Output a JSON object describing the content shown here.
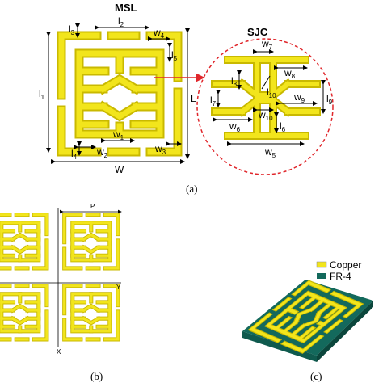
{
  "colors": {
    "copper": "#f2e51c",
    "copper_stroke": "#bfb000",
    "substrate": "#13695c",
    "substrate_side": "#0d4c42",
    "zoom_circle": "#e0262b",
    "arrow": "#e0262b"
  },
  "panel_a": {
    "title_msl": "MSL",
    "title_sjc": "SJC",
    "caption": "(a)",
    "msl_labels": {
      "l1": "l",
      "l1_sub": "1",
      "l2": "l",
      "l2_sub": "2",
      "l3": "l",
      "l3_sub": "3",
      "l4": "l",
      "l4_sub": "4",
      "l5": "l",
      "l5_sub": "5",
      "w1": "w",
      "w1_sub": "1",
      "w2": "w",
      "w2_sub": "2",
      "w3": "w",
      "w3_sub": "3",
      "w4": "w",
      "w4_sub": "4",
      "L": "L",
      "W": "W"
    },
    "sjc_labels": {
      "w7": "w",
      "w7_sub": "7",
      "w8": "w",
      "w8_sub": "8",
      "l8": "l",
      "l8_sub": "8",
      "l7": "l",
      "l7_sub": "7",
      "l10": "l",
      "l10_sub": "10",
      "w9": "w",
      "w9_sub": "9",
      "l9": "l",
      "l9_sub": "9",
      "w10": "w",
      "w10_sub": "10",
      "w6": "w",
      "w6_sub": "6",
      "l6": "l",
      "l6_sub": "6",
      "w5": "w",
      "w5_sub": "5"
    }
  },
  "panel_b": {
    "caption": "(b)",
    "period_label": "P",
    "y_label": "Y",
    "x_label": "X"
  },
  "panel_c": {
    "caption": "(c)",
    "legend": [
      {
        "label": "Copper",
        "color": "#f2e51c"
      },
      {
        "label": "FR-4",
        "color": "#13695c"
      }
    ]
  }
}
